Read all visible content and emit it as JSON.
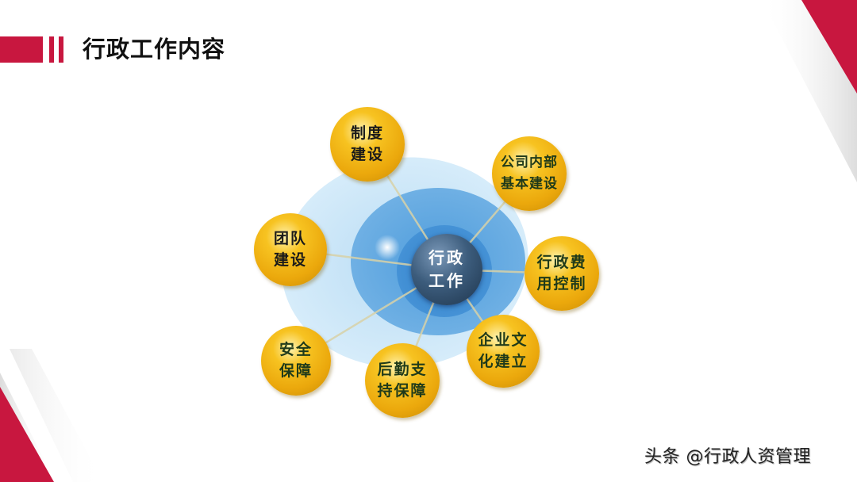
{
  "slide": {
    "title": "行政工作内容",
    "accent_color": "#c8173f"
  },
  "diagram": {
    "center": {
      "lines": [
        "行政",
        "工作"
      ]
    },
    "nodes": [
      {
        "id": "system",
        "lines": [
          "制度",
          "建设"
        ]
      },
      {
        "id": "internal",
        "lines": [
          "公司内部",
          "基本建设"
        ]
      },
      {
        "id": "cost",
        "lines": [
          "行政费",
          "用控制"
        ]
      },
      {
        "id": "culture",
        "lines": [
          "企业文",
          "化建立"
        ]
      },
      {
        "id": "logistics",
        "lines": [
          "后勤支",
          "持保障"
        ]
      },
      {
        "id": "safety",
        "lines": [
          "安全",
          "保障"
        ]
      },
      {
        "id": "team",
        "lines": [
          "团队",
          "建设"
        ]
      }
    ],
    "colors": {
      "bubble": "#f2b614",
      "ring_outer": "#cce8f8",
      "ring_middle": "#66ace0",
      "ring_inner": "#3d8fd4",
      "center": "#2c4a68"
    }
  },
  "watermark": {
    "text": "头条 @行政人资管理"
  }
}
